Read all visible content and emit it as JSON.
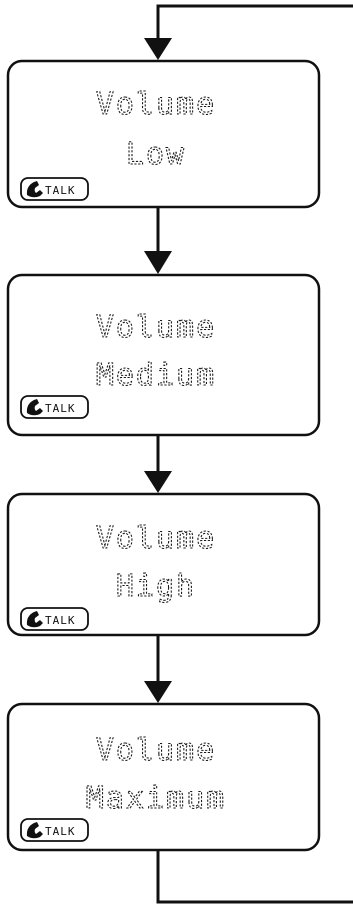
{
  "colors": {
    "line": "#111111",
    "panel_fill": "#ffffff",
    "text": "#1a1a1a"
  },
  "screens": [
    {
      "line1": "Volume",
      "line2": "Low",
      "talk_label": "TALK",
      "talk_icon": "phone-handset-icon"
    },
    {
      "line1": "Volume",
      "line2": "Medium",
      "talk_label": "TALK",
      "talk_icon": "phone-handset-icon"
    },
    {
      "line1": "Volume",
      "line2": "High",
      "talk_label": "TALK",
      "talk_icon": "phone-handset-icon"
    },
    {
      "line1": "Volume",
      "line2": "Maximum",
      "talk_label": "TALK",
      "talk_icon": "phone-handset-icon"
    }
  ]
}
